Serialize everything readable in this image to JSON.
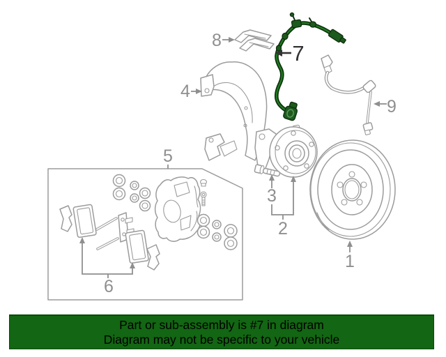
{
  "banner": {
    "line1": "Part or sub-assembly is #7 in diagram",
    "line2": "Diagram may not be specific to your vehicle"
  },
  "colors": {
    "banner-bg": "#136613",
    "banner-border": "#0c4a0c",
    "banner-text": "#000000",
    "diagram-line": "#9b9b9b",
    "diagram-label": "#8f8f8f",
    "emphasis-label": "#333333",
    "highlight-green": "#1f7a1f",
    "highlight-dark": "#1d5a1d",
    "highlight-outline": "#0d2e0d"
  },
  "diagram": {
    "callouts": [
      {
        "num": "1",
        "part": "brake-rotor",
        "highlighted": false
      },
      {
        "num": "2",
        "part": "hub-assembly",
        "highlighted": false
      },
      {
        "num": "3",
        "part": "hub-bolt",
        "highlighted": false
      },
      {
        "num": "4",
        "part": "splash-shield",
        "highlighted": false
      },
      {
        "num": "5",
        "part": "caliper-kit",
        "highlighted": false
      },
      {
        "num": "6",
        "part": "brake-pads",
        "highlighted": false
      },
      {
        "num": "7",
        "part": "abs-speed-sensor-harness",
        "highlighted": true
      },
      {
        "num": "8",
        "part": "retainer-clips",
        "highlighted": false
      },
      {
        "num": "9",
        "part": "brake-hose",
        "highlighted": false
      }
    ]
  }
}
